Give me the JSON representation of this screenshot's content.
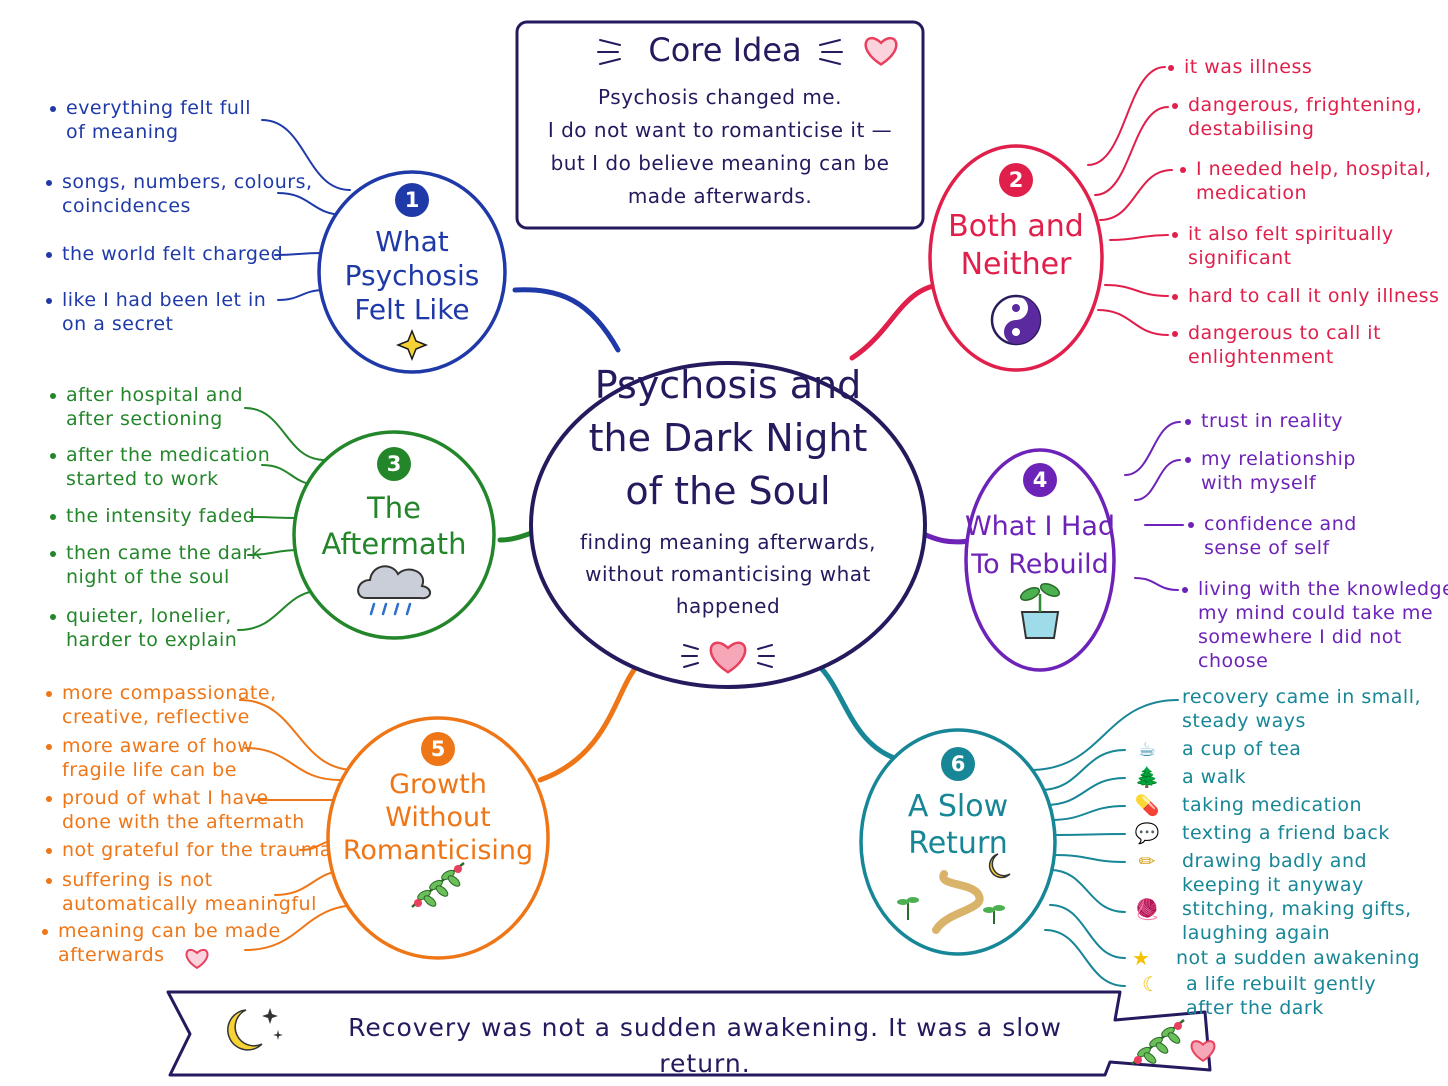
{
  "colors": {
    "navy": "#241a5e",
    "blue": "#1f3aa8",
    "red": "#e01f4b",
    "green": "#23862a",
    "purple": "#6d22b8",
    "orange": "#ef7616",
    "teal": "#178696",
    "pink": "#e8405e"
  },
  "core_idea": {
    "title": "Core Idea",
    "lines": [
      "Psychosis changed me.",
      "I do not want to romanticise it —",
      "but I do believe meaning can be",
      "made afterwards."
    ],
    "icon": "heart-icon"
  },
  "center": {
    "title_lines": [
      "Psychosis and",
      "the Dark Night",
      "of the Soul"
    ],
    "subtitle_lines": [
      "finding meaning afterwards,",
      "without romanticising what",
      "happened"
    ],
    "icon": "heart-icon"
  },
  "branches": [
    {
      "number": "1",
      "title_lines": [
        "What",
        "Psychosis",
        "Felt Like"
      ],
      "icon": "sparkle-icon",
      "items": [
        [
          "everything felt full",
          "of meaning"
        ],
        [
          "songs, numbers, colours,",
          "coincidences"
        ],
        [
          "the world felt charged"
        ],
        [
          "like I had been let in",
          "on a secret"
        ]
      ]
    },
    {
      "number": "2",
      "title_lines": [
        "Both and",
        "Neither"
      ],
      "icon": "yin-yang-icon",
      "items": [
        [
          "it was illness"
        ],
        [
          "dangerous, frightening,",
          "destabilising"
        ],
        [
          "I needed help, hospital,",
          "medication"
        ],
        [
          "it also felt spiritually",
          "significant"
        ],
        [
          "hard to call it only illness"
        ],
        [
          "dangerous to call it",
          "enlightenment"
        ]
      ]
    },
    {
      "number": "3",
      "title_lines": [
        "The",
        "Aftermath"
      ],
      "icon": "rain-cloud-icon",
      "items": [
        [
          "after hospital and",
          "after sectioning"
        ],
        [
          "after the medication",
          "started to work"
        ],
        [
          "the intensity faded"
        ],
        [
          "then came the dark",
          "night of the soul"
        ],
        [
          "quieter, lonelier,",
          "harder to explain"
        ]
      ]
    },
    {
      "number": "4",
      "title_lines": [
        "What I Had",
        "To Rebuild"
      ],
      "icon": "potted-plant-icon",
      "items": [
        [
          "trust in reality"
        ],
        [
          "my relationship",
          "with myself"
        ],
        [
          "confidence and",
          "sense of self"
        ],
        [
          "living with the knowledge",
          "my mind could take me",
          "somewhere I did not",
          "choose"
        ]
      ]
    },
    {
      "number": "5",
      "title_lines": [
        "Growth",
        "Without",
        "Romanticising"
      ],
      "icon": "sprig-icon",
      "items": [
        [
          "more compassionate,",
          "creative, reflective"
        ],
        [
          "more aware of how",
          "fragile life can be"
        ],
        [
          "proud of what I have",
          "done with the aftermath"
        ],
        [
          "not grateful for the trauma"
        ],
        [
          "suffering is not",
          "automatically meaningful"
        ],
        [
          "meaning can be made",
          "afterwards"
        ]
      ]
    },
    {
      "number": "6",
      "title_lines": [
        "A Slow",
        "Return"
      ],
      "icon": "winding-path-icon",
      "items": [
        {
          "icon": "",
          "lines": [
            "recovery came in small,",
            "steady ways"
          ]
        },
        {
          "icon": "teacup-icon",
          "lines": [
            "a cup of tea"
          ]
        },
        {
          "icon": "tree-icon",
          "lines": [
            "a walk"
          ]
        },
        {
          "icon": "pill-icon",
          "lines": [
            "taking medication"
          ]
        },
        {
          "icon": "speech-bubble-icon",
          "lines": [
            "texting a friend back"
          ]
        },
        {
          "icon": "pencil-icon",
          "lines": [
            "drawing badly and",
            "keeping it anyway"
          ]
        },
        {
          "icon": "yarn-icon",
          "lines": [
            "stitching, making gifts,",
            "laughing again"
          ]
        },
        {
          "icon": "star-icon",
          "lines": [
            "not a sudden awakening"
          ]
        },
        {
          "icon": "moon-icon",
          "lines": [
            "a life rebuilt gently",
            "after the dark"
          ]
        }
      ]
    }
  ],
  "banner": {
    "text": "Recovery was not a sudden awakening. It was a slow return.",
    "icons": [
      "moon-stars-icon",
      "sprig-icon",
      "heart-icon"
    ]
  }
}
